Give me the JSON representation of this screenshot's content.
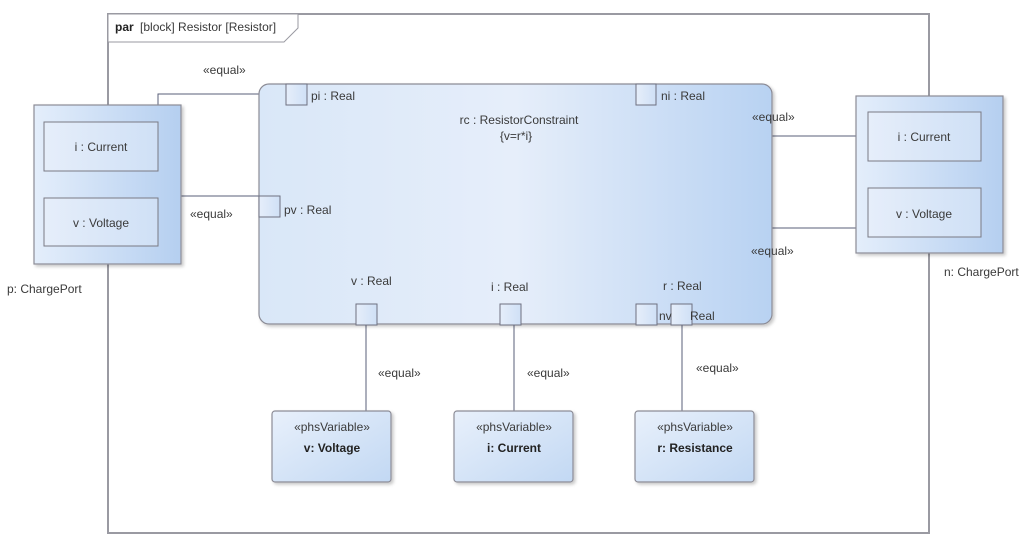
{
  "frame": {
    "keyword": "par",
    "label": "[block] Resistor [Resistor]"
  },
  "constraint": {
    "name": "rc : ResistorConstraint",
    "expression": "{v=r*i}"
  },
  "constraint_params": {
    "pi": "pi : Real",
    "ni": "ni : Real",
    "pv": "pv : Real",
    "v": "v : Real",
    "i": "i : Real",
    "r": "r : Real",
    "nv_prefix": "nv",
    "nv_suffix": "Real"
  },
  "ports": {
    "p": {
      "label": "p: ChargePort",
      "current": "i : Current",
      "voltage": "v : Voltage"
    },
    "n": {
      "label": "n: ChargePort",
      "current": "i : Current",
      "voltage": "v : Voltage"
    }
  },
  "variables": [
    {
      "stereotype": "«phsVariable»",
      "name": "v: Voltage"
    },
    {
      "stereotype": "«phsVariable»",
      "name": "i: Current"
    },
    {
      "stereotype": "«phsVariable»",
      "name": "r: Resistance"
    }
  ],
  "connector_label": "«equal»",
  "colors": {
    "border": "#8c8c96",
    "fill_light": "#eef4fc",
    "fill_dark": "#b9d3f2",
    "line": "#5a5f78"
  }
}
